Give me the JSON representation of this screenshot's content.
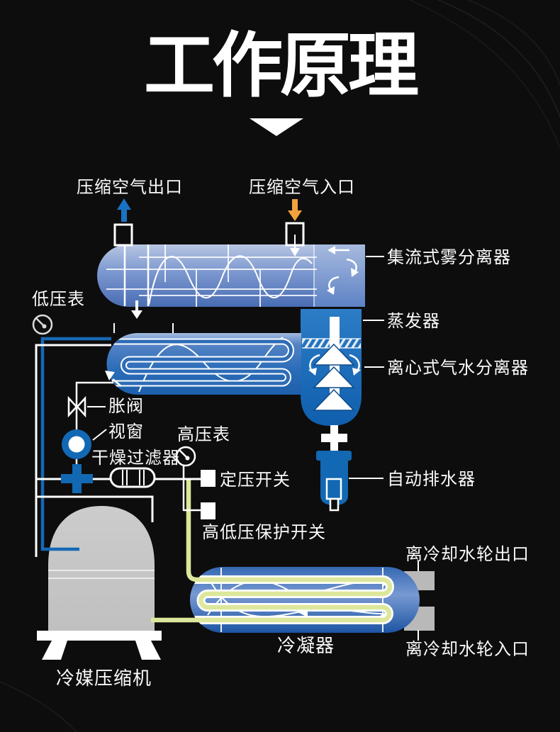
{
  "title": "工作原理",
  "labels": {
    "air_outlet": "压缩空气出口",
    "air_inlet": "压缩空气入口",
    "mist_separator": "集流式雾分离器",
    "low_pressure_gauge": "低压表",
    "evaporator": "蒸发器",
    "centrifugal_separator": "离心式气水分离器",
    "expansion_valve": "胀阀",
    "sight_glass": "视窗",
    "high_pressure_gauge": "高压表",
    "dry_filter": "干燥过滤器",
    "pressure_switch": "定压开关",
    "auto_drain": "自动排水器",
    "hi_lo_protection_switch": "高低压保护开关",
    "cooling_water_outlet": "离冷却水轮出口",
    "condenser": "冷凝器",
    "cooling_water_inlet": "离冷却水轮入口",
    "refrigerant_compressor": "冷媒压缩机"
  },
  "colors": {
    "background": "#0d0d0d",
    "outlet_arrow_blue": "#1a72c2",
    "inlet_arrow_orange": "#f0a23c",
    "pipe_yellow": "#dde79b",
    "pipe_blue": "#1569b5",
    "component_blue": "#1268b3",
    "port_gray": "#b9b9b9",
    "vessel_blue_light": "#b7c6e3",
    "vessel_blue_deep": "#1d5fab",
    "compressor_gray": "#cccccc",
    "text_white": "#ffffff"
  }
}
